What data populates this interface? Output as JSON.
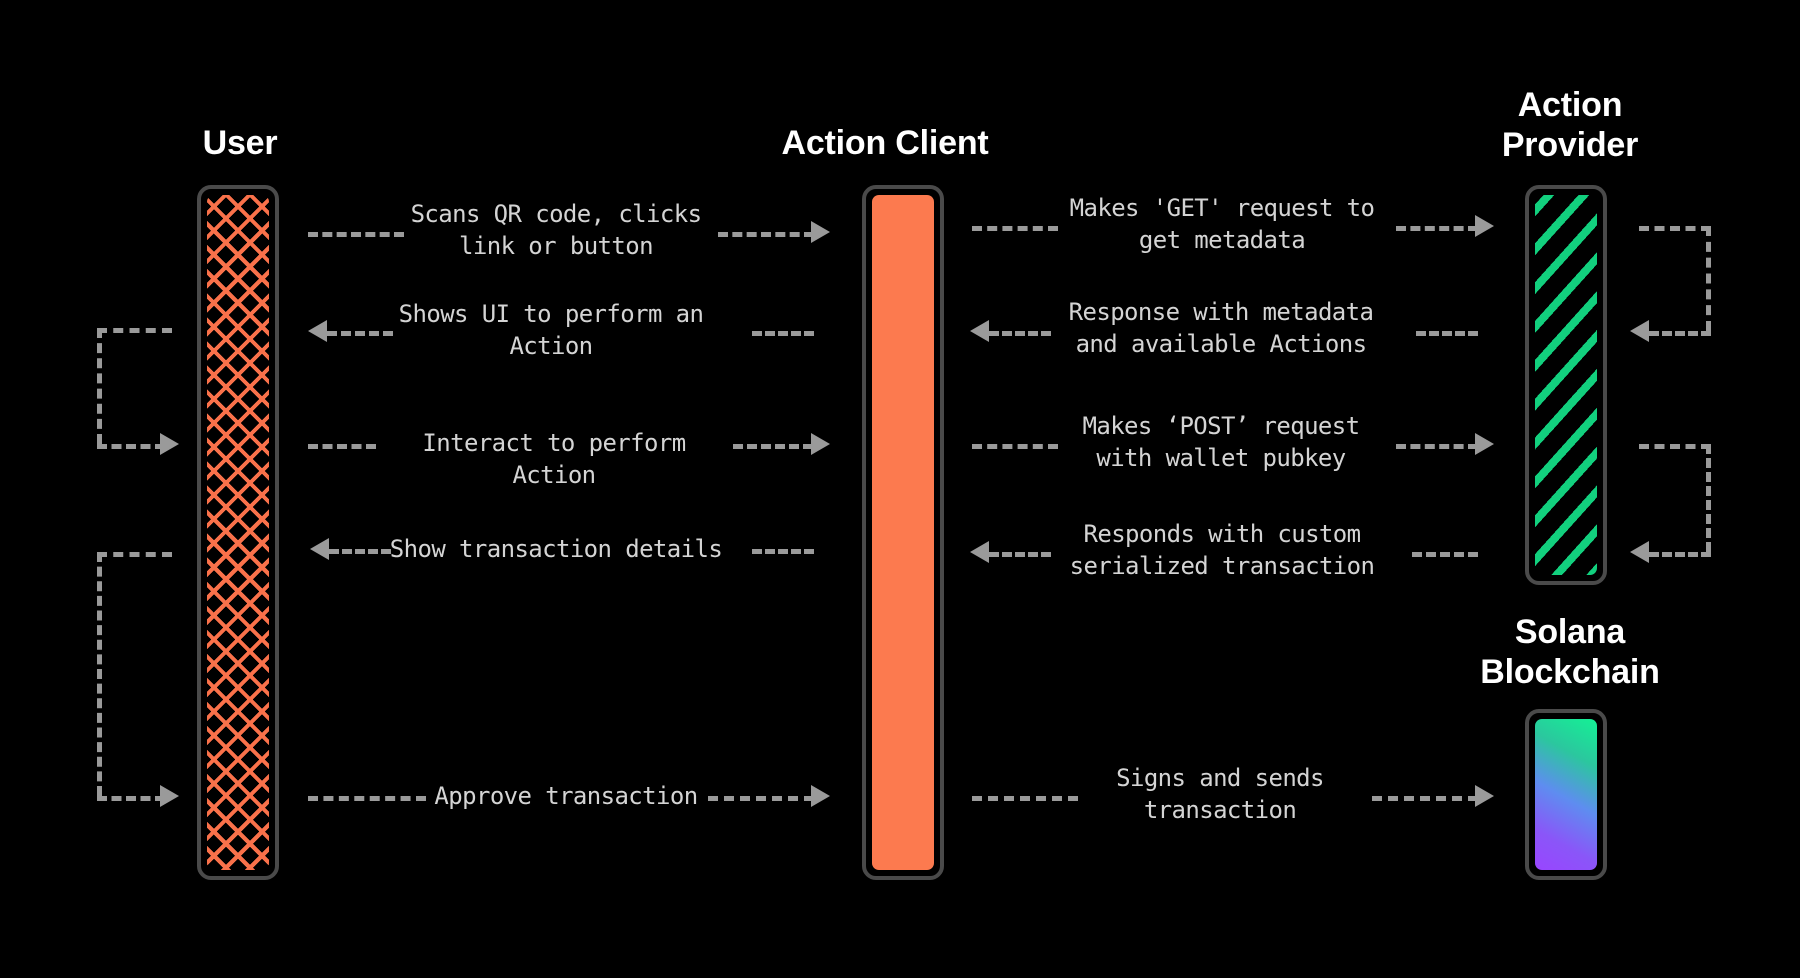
{
  "diagram": {
    "title": "Solana Actions / Blinks sequence flow",
    "background": "#000000",
    "text_color": "#d4d4d4",
    "line_color": "#9a9a9a"
  },
  "actors": [
    {
      "key": "user",
      "label": "User",
      "fill": "crosshatch-orange",
      "color": "#f9714a"
    },
    {
      "key": "client",
      "label": "Action Client",
      "fill": "solid-orange",
      "color": "#fc7a4f"
    },
    {
      "key": "provider",
      "label": "Action\nProvider",
      "fill": "diagonal-green",
      "color": "#12d07e"
    },
    {
      "key": "blockchain",
      "label": "Solana\nBlockchain",
      "fill": "gradient-solana",
      "color": "#9945ff"
    }
  ],
  "messages": {
    "left": [
      {
        "id": "m1",
        "text": "Scans QR code, clicks\nlink or button",
        "direction": "right"
      },
      {
        "id": "m2",
        "text": "Shows UI to perform an\nAction",
        "direction": "left"
      },
      {
        "id": "m3",
        "text": "Interact to perform Action",
        "direction": "right"
      },
      {
        "id": "m4",
        "text": "Show transaction details",
        "direction": "left"
      },
      {
        "id": "m5",
        "text": "Approve transaction",
        "direction": "right"
      }
    ],
    "right": [
      {
        "id": "r1",
        "text": "Makes 'GET' request to\nget metadata",
        "direction": "right"
      },
      {
        "id": "r2",
        "text": "Response with metadata\nand available Actions",
        "direction": "left"
      },
      {
        "id": "r3",
        "text": "Makes ‘POST’ request\nwith wallet pubkey",
        "direction": "right"
      },
      {
        "id": "r4",
        "text": "Responds with custom\nserialized transaction",
        "direction": "left"
      },
      {
        "id": "r5",
        "text": "Signs and sends\ntransaction",
        "direction": "right"
      }
    ]
  },
  "self_loops": {
    "user": [
      {
        "id": "u-loop-1",
        "side": "left"
      },
      {
        "id": "u-loop-2",
        "side": "left"
      }
    ],
    "provider": [
      {
        "id": "p-loop-1",
        "side": "right"
      },
      {
        "id": "p-loop-2",
        "side": "right"
      }
    ]
  }
}
